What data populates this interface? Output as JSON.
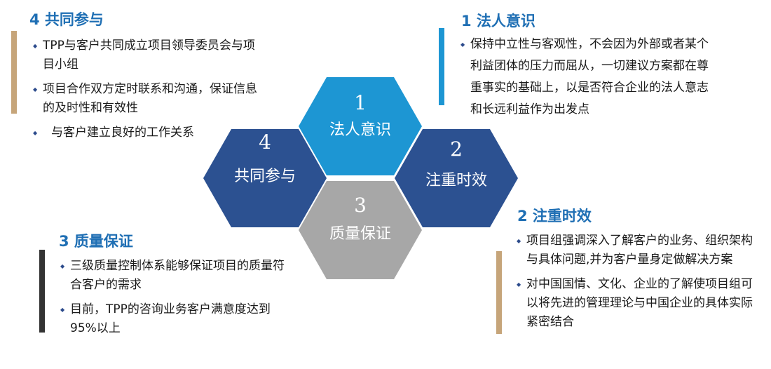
{
  "colors": {
    "title_blue": "#1f6fb4",
    "hex_light_blue": "#1d96d3",
    "hex_dark_blue": "#2c5191",
    "hex_gray": "#a7a7a7",
    "bar_tan": "#c6a57a",
    "bar_blue": "#1d96d3",
    "bar_dark": "#333333"
  },
  "hexagons": [
    {
      "number": "1",
      "label": "法人意识",
      "color": "light-blue"
    },
    {
      "number": "2",
      "label": "注重时效",
      "color": "dark-blue"
    },
    {
      "number": "3",
      "label": "质量保证",
      "color": "gray"
    },
    {
      "number": "4",
      "label": "共同参与",
      "color": "dark-blue"
    }
  ],
  "sections": {
    "s1": {
      "title": "1 法人意识",
      "items": [
        "保持中立性与客观性，不会因为外部或者某个利益团体的压力而屈从，一切建议方案都在尊重事实的基础上，以是否符合企业的法人意志和长远利益作为出发点"
      ]
    },
    "s2": {
      "title": "2 注重时效",
      "items": [
        "项目组强调深入了解客户的业务、组织架构与具体问题,并为客户量身定做解决方案",
        "对中国国情、文化、企业的了解使项目组可以将先进的管理理论与中国企业的具体实际紧密结合"
      ]
    },
    "s3": {
      "title": "3 质量保证",
      "items": [
        "三级质量控制体系能够保证项目的质量符合客户的需求",
        "目前，TPP的咨询业务客户满意度达到95%以上"
      ]
    },
    "s4": {
      "title": "4 共同参与",
      "items": [
        "TPP与客户共同成立项目领导委员会与项目小组",
        "项目合作双方定时联系和沟通，保证信息的及时性和有效性",
        "与客户建立良好的工作关系"
      ]
    }
  }
}
